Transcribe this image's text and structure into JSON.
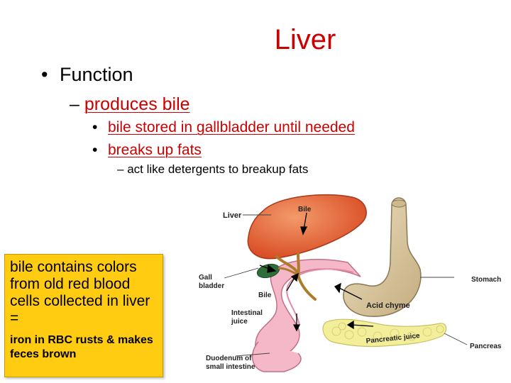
{
  "title": "Liver",
  "bullet1": "Function",
  "dash1": "produces bile",
  "sub_items": [
    "bile stored in gallbladder until needed",
    "breaks up fats"
  ],
  "sub_sub": "act like detergents to breakup fats",
  "callout": {
    "text": "bile contains colors from old red blood cells collected in liver =",
    "note": "iron in RBC rusts & makes feces brown"
  },
  "diagram": {
    "labels": {
      "liver": "Liver",
      "bile_top": "Bile",
      "gall": "Gall",
      "bladder": "bladder",
      "bile_mid": "Bile",
      "intestinal": "Intestinal",
      "juice": "juice",
      "duodenum": "Duodenum of",
      "small_intestine": "small intestine",
      "stomach": "Stomach",
      "acid_chyme": "Acid chyme",
      "pancreatic_juice": "Pancreatic juice",
      "pancreas": "Pancreas"
    },
    "colors": {
      "liver": "#e8663c",
      "stomach": "#d9c8a0",
      "pancreas": "#f3ee9a",
      "intestine": "#f4b8c8",
      "gallbladder": "#2f6e3a",
      "bile_duct": "#b07a2c"
    }
  }
}
